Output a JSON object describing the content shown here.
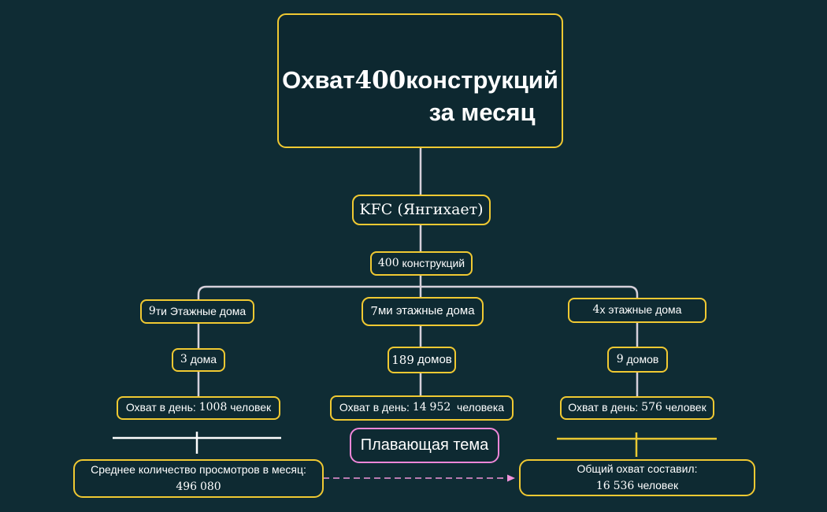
{
  "app": {
    "description": "Mind map diagram on dark canvas"
  },
  "colors": {
    "background": "#0f2c34",
    "topic_border_yellow": "#f0c932",
    "floating_topic_border_pink": "#ee86d8",
    "connector_line": "#d6d0da",
    "summary_line_left": "#ffffff",
    "summary_line_right": "#e9c832",
    "relationship_dashed_line": "#f093da",
    "text": "#ffffff"
  },
  "nodes": {
    "root": {
      "label": "Охват 400 конструкций за месяц"
    },
    "client": {
      "label": "KFC (Янгихает)"
    },
    "total": {
      "label": "400 конструкций"
    },
    "branches": [
      {
        "type": "9ти Этажные дома",
        "count": "3 дома",
        "daily_reach": "Охват в день: 1008 человек"
      },
      {
        "type": "7ми этажные дома",
        "count": "189 домов",
        "daily_reach": "Охват в день: 14 952  человека"
      },
      {
        "type": "4х этажные дома",
        "count": "9 домов",
        "daily_reach": "Охват в день: 576 человек"
      }
    ],
    "floating": {
      "label": "Плавающая тема"
    },
    "summary_left": {
      "line1": "Среднее количество просмотров в месяц:",
      "line2": "496 080"
    },
    "summary_right": {
      "line1": "Общий охват составил:",
      "line2": "16 536 человек"
    }
  }
}
